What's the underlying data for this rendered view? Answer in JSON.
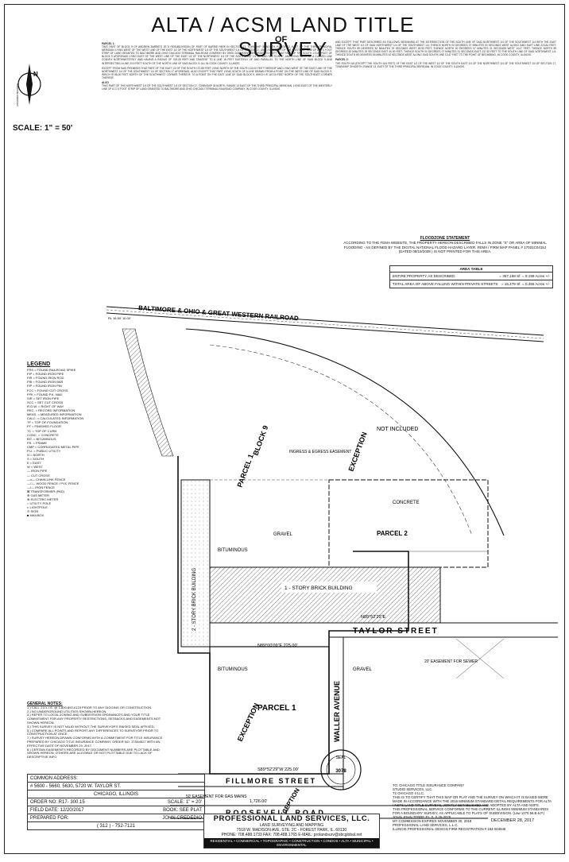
{
  "header": {
    "title": "ALTA / ACSM LAND TITLE SURVEY",
    "title_of": "OF"
  },
  "north_label": "N",
  "north_side": "ASSUMED BEARING",
  "scale": {
    "label": "SCALE: 1\" = 50'"
  },
  "legal": {
    "parcel1_head": "PARCEL 1:",
    "parcel1_text": "THAT PART OF BLOCK 9 OF ANDREW BARRIE'S JR.'S RESUBDIVISION OF PART OF BARRIE PARK IN SECTION 17, TOWNSHIP 39 NORTH, RANGE 13, EAST OF THE THIRD PRINCIPAL MERIDIAN, LYING WEST OF THE WEST LINE OF THE EAST 1/2 OF THE NORTHWEST 1/4 OF THE SOUTHWEST 1/4 OF SECTION 17, AND LYING EAST OF THE WESTERLY LINE OF A 17.0 FOOT STRIP OF LAND GRANTED TO BALTIMORE AND OHIO CHICAGO TERMINAL RAILROAD COMPANY BY DEED DOCUMENT RECORDED; EXCEPT THAT PART OF THE SOUTH 172.85 FEET OF BLOCK 9 AFORESAID LYING EAST OF THE WEST LINE OF THE EAST 1/2 OF THE NORTHWEST 1/4 OF THE SOUTHWEST 1/4 OF SAID SECTION 17, AND LYING WEST OF A CURVED LINE CONVEX NORTHWESTERLY AND HAVING A RADIUS OF 319.28 FEET AND TANGENT TO A LINE 18 FEET EASTERLY OF AND PARALLEL TO THE NORTH LINE OF SAID BLOCK 9 AND INTERSECTING A LINE 20.5 FEET SOUTH OF THE NORTH LINE OF SAID BLOCK 9, ALL IN COOK COUNTY, ILLINOIS.",
    "except_text": "EXCEPT FROM SAID PREMISES THAT PART OF THE EAST 1/2 OF THE SOUTH 172.85 FEET LYING NORTH OF THE SOUTH 110.00 FEET THEREOF AND LYING WEST OF THE EAST LINE OF THE NORTHWEST 1/4 OF THE SOUTHWEST 1/4 OF SECTION 17 AFORESAID; ALSO EXCEPT THAT PART LYING SOUTH OF A LINE DRAWN FROM A POINT ON THE WEST LINE OF SAID BLOCK 9, WHICH IS 86.00 FEET NORTH OF THE SOUTHWEST CORNER THEREOF, TO A POINT ON THE EAST LINE OF SAID BLOCK 9, WHICH IS 110.00 FEET NORTH OF THE SOUTHEAST CORNER THEREOF.",
    "also_head": "ALSO",
    "also_text": "THAT PART OF THE NORTHWEST 1/4 OF THE SOUTHWEST 1/4 OF SECTION 17, TOWNSHIP 39 NORTH, RANGE 13 EAST OF THE THIRD PRINCIPAL MERIDIAN, LYING EAST OF THE WESTERLY LINE OF A 17.0 FOOT STRIP OF LAND GRANTED TO BALTIMORE AND OHIO CHICAGO TERMINAL RAILROAD COMPANY, IN COOK COUNTY, ILLINOIS.",
    "right_text": "AND EXCEPT THAT PART DESCRIBED AS FOLLOWS: BEGINNING AT THE INTERSECTION OF THE SOUTH LINE OF SAID NORTHWEST 1/4 OF THE SOUTHWEST 1/4 WITH THE EAST LINE OF THE WEST 1/2 OF SAID NORTHWEST 1/4 OF THE SOUTHWEST 1/4; THENCE NORTH 00 DEGREES 07 MINUTES 00 SECONDS WEST ALONG SAID EAST LINE 223.81 FEET; THENCE SOUTH 89 DEGREES 52 MINUTES 29 SECONDS WEST 26.53 FEET; THENCE NORTH 00 DEGREES 07 MINUTES 31 SECONDS WEST 14.47 FEET; THENCE NORTH 89 DEGREES 52 MINUTES 29 SECONDS EAST 40.00 FEET; THENCE SOUTH 00 DEGREES 07 MINUTES 31 SECONDS EAST 237.53 FEET TO THE SOUTH LINE OF SAID NORTHWEST 1/4; THENCE SOUTH 89 DEGREES 55 MINUTES 42 SECONDS WEST ALONG SAID SOUTH LINE 13.47 FEET TO THE POINT OF BEGINNING, IN COOK COUNTY, ILLINOIS.",
    "parcel2_head": "PARCEL 2:",
    "parcel2_text": "THE SOUTH 3/4 (EXCEPT THE SOUTH 424 FEET) OF THE EAST 1/2 OF THE WEST 1/2 OF THE SOUTH EAST 1/4 OF THE NORTHWEST 1/4 OF THE SOUTHWEST 1/4 OF SECTION 17, TOWNSHIP 39 NORTH, RANGE 13, EAST OF THE THIRD PRINCIPAL MERIDIAN, IN COOK COUNTY, ILLINOIS."
  },
  "flood": {
    "title": "FLOODZONE STATEMENT",
    "text": "ACCORDING TO THE FEMA WEBSITE, THE PROPERTY HEREON DESCRIBED FALLS IN ZONE \"X\" OR AREA OF MINIMAL FLOODING - AS DEFINED BY THE DIGITAL NATIONAL FLOOD HAZARD LAYER. FEMA / FIRM MAP PANEL # 17031C0415J (DATED 08/19/2008 ) IS NOT PRINTED FOR THIS AREA."
  },
  "area_table": {
    "title": "AREA TABLE",
    "rows": [
      {
        "label": "ENTIRE PROPERTY AS DESCRIBED",
        "value": "= 357,168 Sf. = 8.199 Acres +/-"
      },
      {
        "label": "TOTAL AREA OF ABOVE FALLING WITHIN PRIVATE STREETS",
        "value": "= 15,479 Sf. = 0.355 Acres +/-"
      }
    ]
  },
  "plan": {
    "railroad": "BALTIMORE & OHIO & GREAT WESTERN RAILROAD",
    "streets": [
      {
        "name": "TAYLOR STREET"
      },
      {
        "name": "FILLMORE STREET"
      },
      {
        "name": "ROOSEVELT ROAD"
      },
      {
        "name": "WALLER AVENUE"
      }
    ],
    "parcel1": "PARCEL 1",
    "parcel2": "PARCEL 2",
    "block": "BLOCK 9",
    "exception_labels": [
      "EXCEPTION",
      "EXCEPTION",
      "EXCEPTION"
    ],
    "building1": "2 - STORY BRICK BUILDING",
    "building2": "1 - STORY BRICK BUILDING",
    "not_included": "NOT INCLUDED",
    "surface": [
      "BITUMINOUS",
      "GRAVEL",
      "CONCRETE",
      "BITUMINOUS",
      "GRAVEL"
    ],
    "bearings": [
      "N89°00'09\"E 225.00'",
      "S89°52'29\"W 225.00'",
      "1,726.00'",
      "N89°52'29\"E"
    ],
    "easements": [
      "INGRESS & EGRESS EASEMENT",
      "20' EASEMENT FOR SEWER",
      "50' EASEMENT FOR GAS MAINS"
    ],
    "rl": "RL 16.50' 10.00'"
  },
  "legend": {
    "title": "LEGEND",
    "items": [
      "FRS = FOUND RAILROAD SPIKE",
      "FIP = FOUND IRON PIPE",
      "FIR = FOUND IRON ROD",
      "FIB = FOUND IRON BAR",
      "FIP = FOUND IRON PIN",
      "FCC = FOUND CUT CROSS",
      "FPK = FOUND P.K. NAIL",
      "SIR = SET IRON PIPE",
      "SCC = SET CUT CROSS",
      "R.O.W. = RIGHT OF WAY",
      "REC. = RECORD INFORMATION",
      "MEAS. = MEASURED INFORMATION",
      "CALC. = CALCULATED INFORMATION",
      "TF = TOP OF FOUNDATION",
      "FF = FINISHED FLOOR",
      "TC = TOP OF CURB",
      "CONC. = CONCRETE",
      "BIT. = BITUMINOUS",
      "FR. = FRAME",
      "CMP = CORRUGATED METAL PIPE",
      "P.U. = PUBLIC UTILITY",
      "N = NORTH",
      "S = SOUTH",
      "E = EAST",
      "W = WEST",
      "— IRON PIPE",
      "— CUT CROSS",
      "—x— CHAIN-LINK FENCE",
      "—□— WOOD FENCE / PVC FENCE",
      "—I— IRON FENCE",
      "⊠ TRANSFORMER (PAD)",
      "⊕ GAS METER",
      "⊗ ELECTRIC METER",
      "○ UTILITY POLE",
      "◐ LIGHTPOLE",
      "⊙ SIGN",
      "■ MAILBOX"
    ]
  },
  "notes": {
    "title": "GENERAL NOTES:",
    "items": [
      "1.) CALL J.U.L.I.E. @ 1-800-892-0123 PRIOR TO ANY DIGGING OR CONSTRUCTION.",
      "2.) NO UNDERGROUND UTILITIES SHOWN HEREON.",
      "3.) REFER TO LOCAL ZONING AND SUBDIVISION ORDINANCES AND YOUR TITLE COMMITMENT FOR ANY PROPERTY RESTRICTIONS, SETBACKS AND EASEMENTS NOT SHOWN HEREON.",
      "4.) THIS SURVEY IS NOT VALID WITHOUT THE SURVEYOR'S RAISED SEAL AFFIXED.",
      "5.) COMPARE ALL POINTS AND REPORT ANY DIFFERENCES TO SURVEYOR PRIOR TO CONSTRUCTION AT ONCE.",
      "7.) SURVEY HEREON DRAWN CONFORMS WITH A COMMITMENT FOR TITLE INSURANCE PREPARED BY CHICAGO TITLE INSURANCE COMPANY, ORDER NO. 17SA4527 WITH AN EFFECTIVE DATE OF NOVEMBER 29, 2017.",
      "8.) CERTAIN EASEMENTS RECORDED BY DOCUMENT NUMBERS ARE PLOTTABLE AND SHOWN HEREON; OTHERS ARE ILLEGIBLE OR NOT PLOTTABLE DUE TO LACK OF DESCRIPTIVE INFO."
    ]
  },
  "title_block": {
    "common_address_label": "COMMON ADDRESS:",
    "common_address": "# 5600 - 5660, 5630, 5720 W. TAYLOR ST.",
    "city": "CHICAGO, ILLINOIS",
    "order_no": "ORDER NO: R17- 300.15",
    "scale": "SCALE: 1\" = 20'",
    "field_date": "FIELD DATE: 12/20/2017",
    "book": "BOOK: SEE PLAT",
    "prepared_for_label": "PREPARED FOR:",
    "prepared_for": "JOHN CREDEDIO",
    "phone": "( 312 ) - 752-7121"
  },
  "firm": {
    "name": "PROFESSIONAL LAND SERVICES, LLC.",
    "sub": "LAND SURVEYING AND MAPPING",
    "address": "7518 W. MADISON AVE. STE. 2C - FOREST PARK, IL. 60130",
    "phone": "PHONE: 708.488.1733   FAX: 708.488.1765   E-MAIL: prolandsurv@sbcglobal.net",
    "services": "RESIDENTIAL • COMMERCIAL • TOPOGRAPHIC • CONSTRUCTION • CONDOS • ALTA • MUNICIPAL • ENVIRONMENTAL"
  },
  "certificate": {
    "to": "TO: CHICAGO TITLE INSURANCE COMPANY",
    "to2": "STUDIO SERVICES, LLC.",
    "to3": "T2 CHICAGO II LLC.",
    "text": "THIS IS TO CERTIFY THAT THIS MAP OR PLAT AND THE SURVEY ON WHICH IT IS BASED WERE MADE IN ACCORDANCE WITH THE 2016 MINIMUM STANDARD DETAIL REQUIREMENTS FOR ALTA / NSPS LAND TITLE SURVEYS, JOINTLY ESTABLISHED AND ADOPTED BY ALTA AND NSPS.",
    "standards": "THIS PROFESSIONAL SERVICE CONFORMS TO THE CURRENT ILLINOIS MINIMUM STANDARDS FOR A BOUNDARY SURVEY, AS APPLICABLE TO PLATS OF SUBDIVISION. (Law 1270.56.B.6.P.)",
    "date": "DECEMBER 28, 2017",
    "surveyor": "JOHN JOHN TERRE P.L.S. # 35-3078",
    "expires": "MY COMMISSION EXPIRES NOVEMBER 30, 2018",
    "company": "PROFESSIONAL LAND SERVICES, L.L.C.",
    "reg": "ILLINOIS PROFESSIONAL DESIGN FIRM REGISTRATION # 184-004848",
    "seal_label": "SEAL",
    "seal_no": "3078"
  }
}
